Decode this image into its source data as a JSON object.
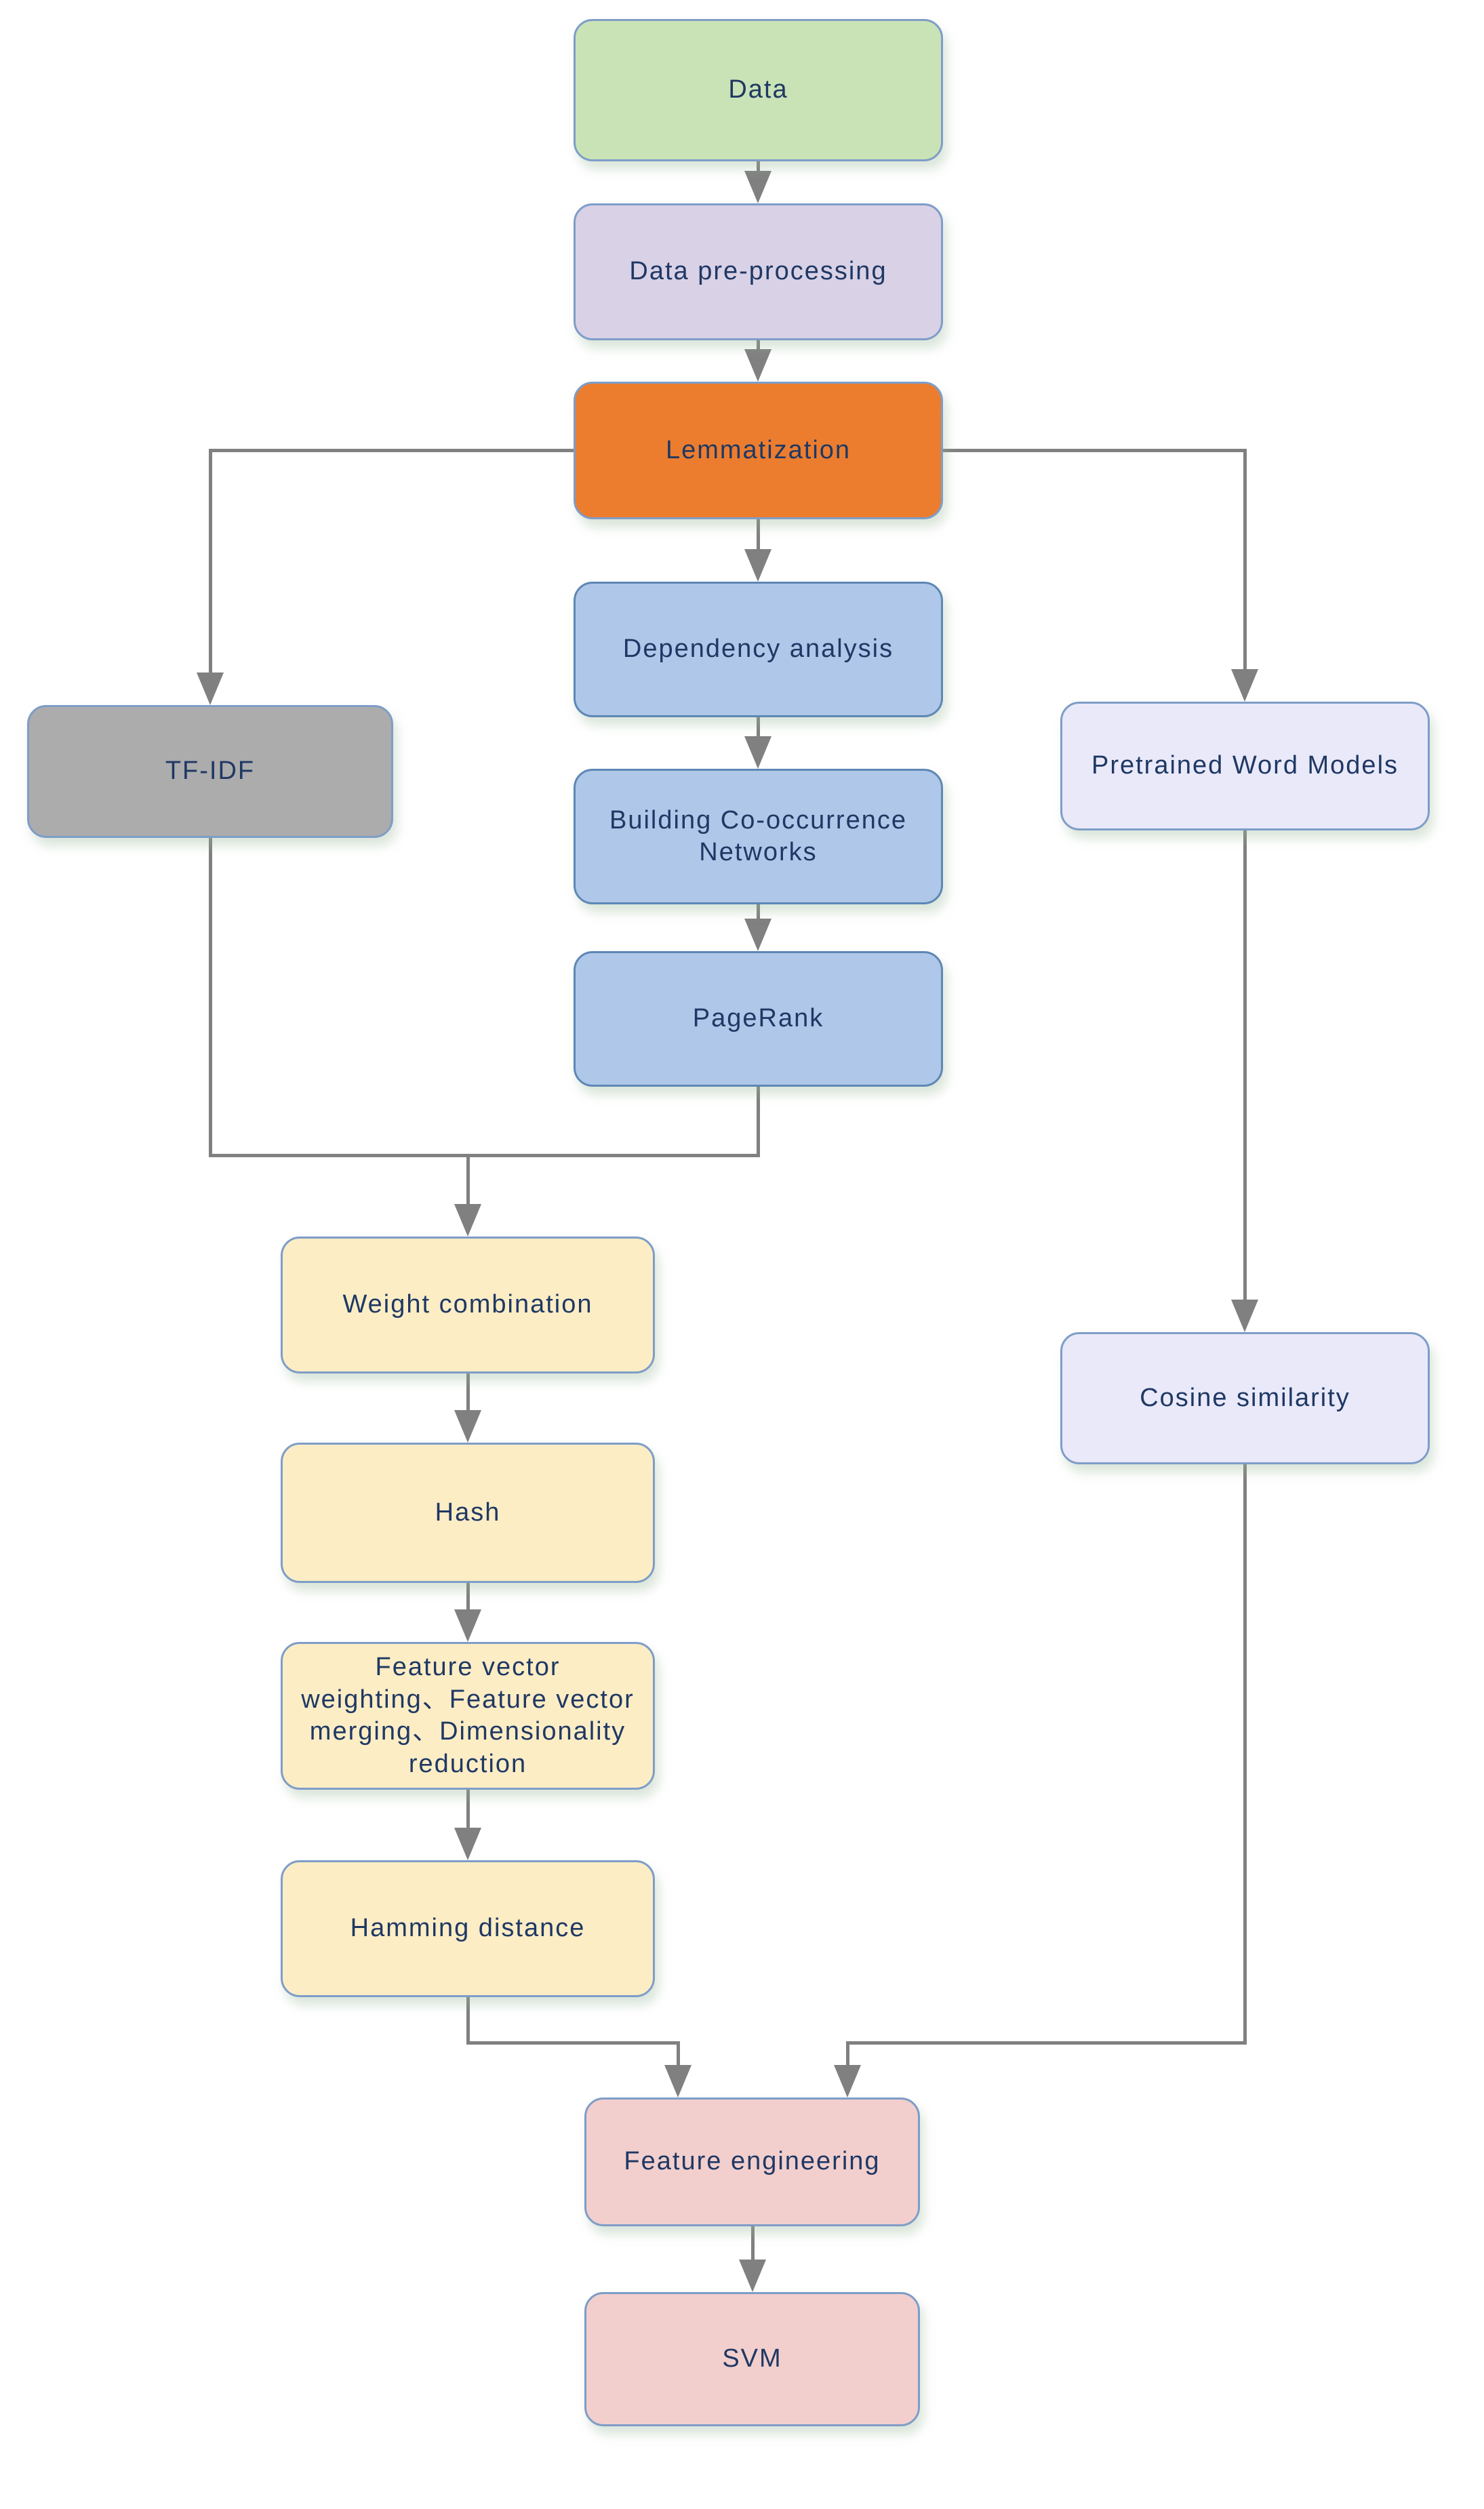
{
  "diagram": {
    "type": "flowchart",
    "colors": {
      "node_text": "#1F3864",
      "edge_line": "#808080",
      "border_default": "#7E9DC8",
      "border_blue": "#5E87B5",
      "fill_green": "#C9E3B6",
      "fill_lavender": "#D9D1E6",
      "fill_orange": "#EC7D2F",
      "fill_blue": "#AFC7E8",
      "fill_gray": "#ACACAC",
      "fill_light_lavender": "#E9E9F9",
      "fill_yellow": "#FCEDC5",
      "fill_pink": "#F2CFCD"
    },
    "nodes": {
      "data": {
        "label": "Data",
        "fill": "#C9E3B6"
      },
      "preprocessing": {
        "label": "Data pre-processing",
        "fill": "#D9D1E6"
      },
      "lemmatization": {
        "label": "Lemmatization",
        "fill": "#EC7D2F"
      },
      "dependency": {
        "label": "Dependency analysis",
        "fill": "#AFC7E8"
      },
      "tfidf": {
        "label": "TF-IDF",
        "fill": "#ACACAC"
      },
      "pretrained": {
        "label": "Pretrained Word Models",
        "fill": "#E9E9F9"
      },
      "cooccurrence": {
        "label": "Building Co-occurrence\nNetworks",
        "fill": "#AFC7E8"
      },
      "pagerank": {
        "label": "PageRank",
        "fill": "#AFC7E8"
      },
      "weight": {
        "label": "Weight combination",
        "fill": "#FCEDC5"
      },
      "hash": {
        "label": "Hash",
        "fill": "#FCEDC5"
      },
      "featvec": {
        "label": "Feature vector\nweighting、Feature vector\nmerging、Dimensionality\nreduction",
        "fill": "#FCEDC5"
      },
      "hamming": {
        "label": "Hamming distance",
        "fill": "#FCEDC5"
      },
      "cosine": {
        "label": "Cosine similarity",
        "fill": "#E9E9F9"
      },
      "feateng": {
        "label": "Feature engineering",
        "fill": "#F2CFCD"
      },
      "svm": {
        "label": "SVM",
        "fill": "#F2CFCD"
      }
    },
    "edges": [
      {
        "from": "Data",
        "to": "Data pre-processing"
      },
      {
        "from": "Data pre-processing",
        "to": "Lemmatization"
      },
      {
        "from": "Lemmatization",
        "to": "TF-IDF"
      },
      {
        "from": "Lemmatization",
        "to": "Dependency analysis"
      },
      {
        "from": "Lemmatization",
        "to": "Pretrained Word Models"
      },
      {
        "from": "Dependency analysis",
        "to": "Building Co-occurrence Networks"
      },
      {
        "from": "Building Co-occurrence Networks",
        "to": "PageRank"
      },
      {
        "from": "TF-IDF",
        "to": "Weight combination"
      },
      {
        "from": "PageRank",
        "to": "Weight combination"
      },
      {
        "from": "Weight combination",
        "to": "Hash"
      },
      {
        "from": "Hash",
        "to": "Feature vector weighting、Feature vector merging、Dimensionality reduction"
      },
      {
        "from": "Feature vector weighting、Feature vector merging、Dimensionality reduction",
        "to": "Hamming distance"
      },
      {
        "from": "Pretrained Word Models",
        "to": "Cosine similarity"
      },
      {
        "from": "Hamming distance",
        "to": "Feature engineering"
      },
      {
        "from": "Cosine similarity",
        "to": "Feature engineering"
      },
      {
        "from": "Feature engineering",
        "to": "SVM"
      }
    ]
  }
}
